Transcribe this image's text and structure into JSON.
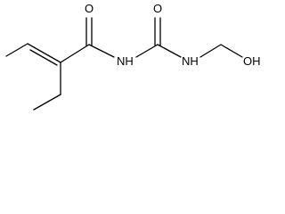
{
  "molecule": {
    "atoms": {
      "o_amide": "O",
      "o_urea": "O",
      "nh_imide": "NH",
      "nh_amine": "NH",
      "oh": "OH"
    },
    "colors": {
      "bond": "#000000",
      "label": "#000000",
      "background": "#ffffff"
    }
  }
}
